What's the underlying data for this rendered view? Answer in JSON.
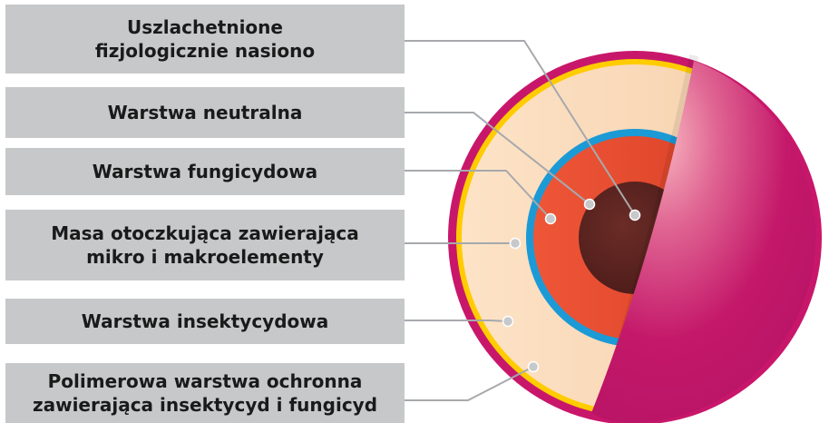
{
  "diagram": {
    "labels": [
      {
        "line1": "Uszlachetnione",
        "line2": "fizjologicznie nasiono"
      },
      {
        "line1": "Warstwa neutralna"
      },
      {
        "line1": "Warstwa fungicydowa"
      },
      {
        "line1": "Masa otoczkująca zawierająca",
        "line2": "mikro i makroelementy"
      },
      {
        "line1": "Warstwa insektycydowa"
      },
      {
        "line1": "Polimerowa warstwa ochronna",
        "line2": "zawierająca insektycyd i fungicyd"
      }
    ],
    "colors": {
      "label_background": "#c7c8ca",
      "outer_coating": "#c8176b",
      "insecticide_layer": "#ffcc00",
      "enveloping_mass": "#fde0c1",
      "fungicide_layer": "#1b9ad6",
      "neutral_layer": "#ed4e35",
      "seed": "#5a2320",
      "leader_line": "#a7a9ac",
      "marker_dot": "#c7c8ca"
    }
  }
}
